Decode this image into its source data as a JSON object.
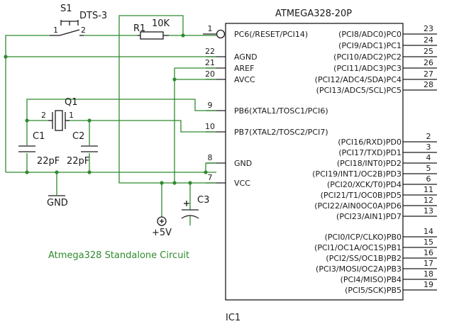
{
  "chip": {
    "part": "ATMEGA328-20P",
    "ref": "IC1",
    "left_pins": [
      {
        "num": "1",
        "name": "PC6(/RESET/PCI14)"
      },
      {
        "num": "22",
        "name": "AGND"
      },
      {
        "num": "21",
        "name": "AREF"
      },
      {
        "num": "20",
        "name": "AVCC"
      },
      {
        "num": "9",
        "name": "PB6(XTAL1/TOSC1/PCI6)"
      },
      {
        "num": "10",
        "name": "PB7(XTAL2/TOSC2/PCI7)"
      },
      {
        "num": "8",
        "name": "GND"
      },
      {
        "num": "7",
        "name": "VCC"
      }
    ],
    "right_pins": [
      {
        "num": "23",
        "name": "(PCI8/ADC0)PC0"
      },
      {
        "num": "24",
        "name": "(PCI9/ADC1)PC1"
      },
      {
        "num": "25",
        "name": "(PCI10/ADC2)PC2"
      },
      {
        "num": "26",
        "name": "(PCI11/ADC3)PC3"
      },
      {
        "num": "27",
        "name": "(PCI12/ADC4/SDA)PC4"
      },
      {
        "num": "28",
        "name": "(PCI13/ADC5/SCL)PC5"
      },
      {
        "num": "2",
        "name": "(PCI16/RXD)PD0"
      },
      {
        "num": "3",
        "name": "(PCI17/TXD)PD1"
      },
      {
        "num": "4",
        "name": "(PCI18/INT0)PD2"
      },
      {
        "num": "5",
        "name": "(PCI19/INT1/OC2B)PD3"
      },
      {
        "num": "6",
        "name": "(PCI20/XCK/T0)PD4"
      },
      {
        "num": "11",
        "name": "(PCI21/T1/OC0B)PD5"
      },
      {
        "num": "12",
        "name": "(PCI22/AIN0OC0A)PD6"
      },
      {
        "num": "13",
        "name": "(PCI23/AIN1)PD7"
      },
      {
        "num": "14",
        "name": "(PCI0/ICP/CLKO)PB0"
      },
      {
        "num": "15",
        "name": "(PCI1/OC1A/OC1S)PB1"
      },
      {
        "num": "16",
        "name": "(PCI2/SS/OC1B)PB2"
      },
      {
        "num": "17",
        "name": "(PCI3/MOSI/OC2A)PB3"
      },
      {
        "num": "18",
        "name": "(PCI4/MISO)PB4"
      },
      {
        "num": "19",
        "name": "(PCI5/SCK)PB5"
      }
    ]
  },
  "components": {
    "s1": {
      "ref": "S1",
      "value": "DTS-3",
      "pin1": "1",
      "pin2": "2"
    },
    "r1": {
      "ref": "R1",
      "value": "10K"
    },
    "q1": {
      "ref": "Q1",
      "pin1": "1",
      "pin2": "2"
    },
    "c1": {
      "ref": "C1",
      "value": "22pF"
    },
    "c2": {
      "ref": "C2",
      "value": "22pF"
    },
    "c3": {
      "ref": "C3"
    },
    "gnd": {
      "label": "GND"
    },
    "vplus": {
      "label": "+5V"
    }
  },
  "caption": "Atmega328 Standalone Circuit",
  "colors": {
    "wire": "#2e8b2e",
    "ink": "#1a1a1a"
  }
}
